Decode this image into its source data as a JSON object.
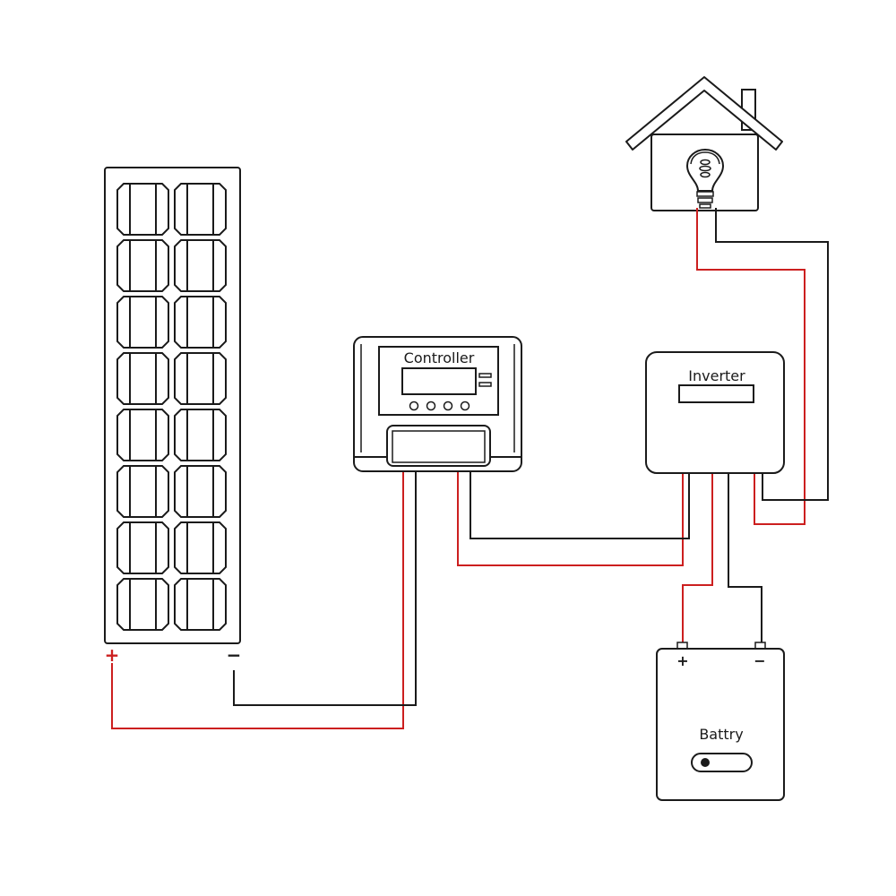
{
  "components": {
    "controller": {
      "label": "Controller"
    },
    "inverter": {
      "label": "Inverter"
    },
    "battery": {
      "label": "Battry",
      "plus": "+",
      "minus": "−"
    }
  },
  "solar_panel": {
    "plus": "+",
    "minus": "−"
  },
  "colors": {
    "positive_wire": "#cc1f1f",
    "negative_wire": "#1a1a1a",
    "outline": "#1a1a1a"
  }
}
